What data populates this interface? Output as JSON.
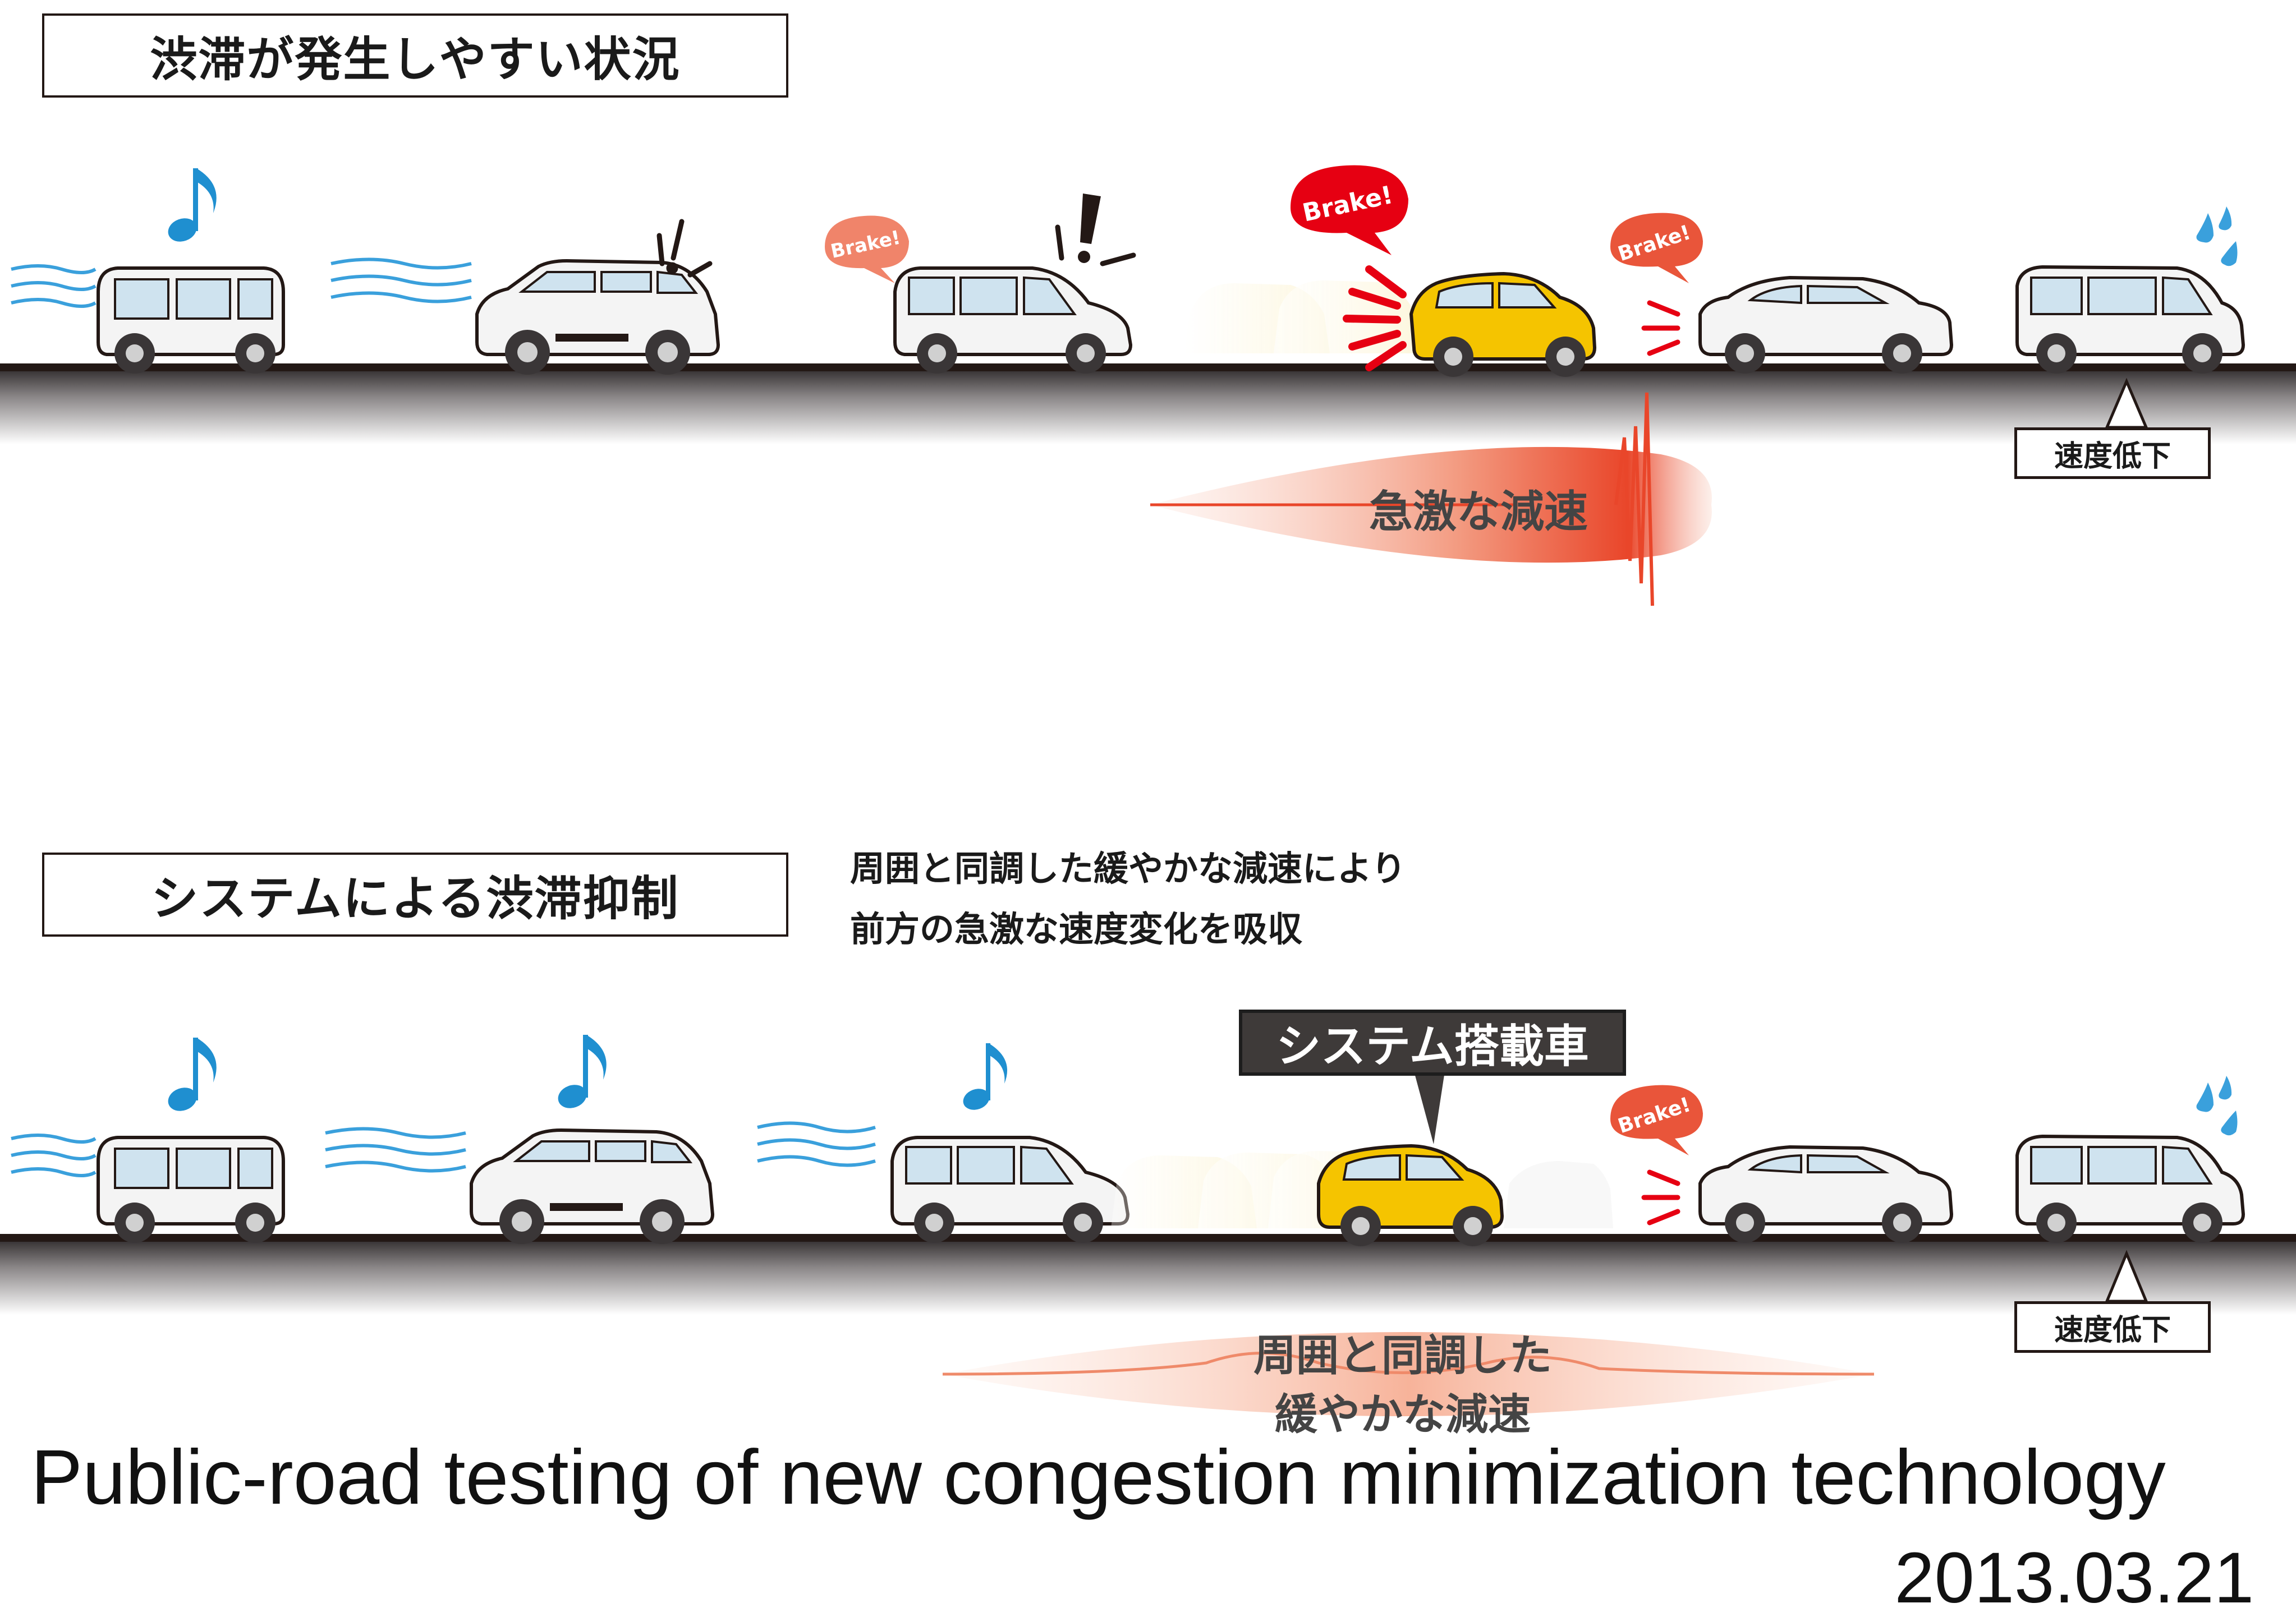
{
  "section1": {
    "header": "渋滞が発生しやすい状況",
    "decel_label": "急激な減速",
    "speed_label": "速度低下",
    "brake_text": "Brake!"
  },
  "section2": {
    "header": "システムによる渋滞抑制",
    "note_line1": "周囲と同調した緩やかな減速により",
    "note_line2": "前方の急激な速度変化を吸収",
    "system_car_label": "システム搭載車",
    "sync_label_line1": "周囲と同調した",
    "sync_label_line2": "緩やかな減速",
    "speed_label": "速度低下",
    "brake_text": "Brake!"
  },
  "caption": {
    "title": "Public-road testing of new congestion minimization technology",
    "date": "2013.03.21"
  },
  "colors": {
    "road": "#3a3637",
    "music_note": "#1f8fd0",
    "wind": "#3aa0dc",
    "brake_red": "#e60012",
    "brake_soft": "#f0846a",
    "yellow_car": "#f5c400",
    "decel_ribbon": "#ea5a3a",
    "sync_ribbon": "#f5a88c"
  },
  "icons": {
    "music": "music-note-icon",
    "exclaim": "exclamation-icon",
    "sweat": "sweat-drops-icon",
    "wind": "wind-lines-icon"
  }
}
